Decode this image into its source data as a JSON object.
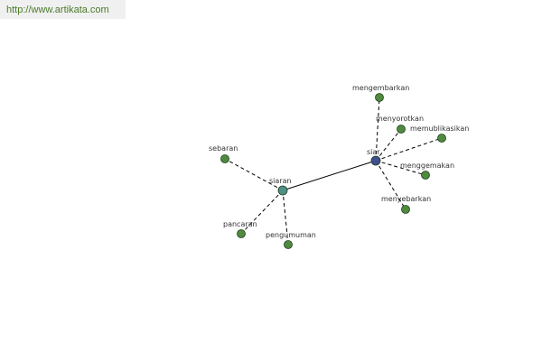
{
  "source_link": {
    "text": "http://www.artikata.com"
  },
  "colors": {
    "leaf_node": "#4f8a3e",
    "hub_primary": "#3f4f8f",
    "hub_secondary": "#4f8f8a",
    "node_outline": "#1f3f1f",
    "link_text": "#4a7a28"
  },
  "graph": {
    "nodes": [
      {
        "id": "siar",
        "label": "siar",
        "role": "hub-primary"
      },
      {
        "id": "siaran",
        "label": "siaran",
        "role": "hub-secondary"
      },
      {
        "id": "mengembarkan",
        "label": "mengembarkan",
        "role": "leaf"
      },
      {
        "id": "menyorotkan",
        "label": "menyorotkan",
        "role": "leaf"
      },
      {
        "id": "memublikasikan",
        "label": "memublikasikan",
        "role": "leaf"
      },
      {
        "id": "menggemakan",
        "label": "menggemakan",
        "role": "leaf"
      },
      {
        "id": "menyebarkan",
        "label": "menyebarkan",
        "role": "leaf"
      },
      {
        "id": "sebaran",
        "label": "sebaran",
        "role": "leaf"
      },
      {
        "id": "pancaran",
        "label": "pancaran",
        "role": "leaf"
      },
      {
        "id": "pengumuman",
        "label": "pengumuman",
        "role": "leaf"
      }
    ],
    "edges": [
      {
        "from": "siar",
        "to": "siaran",
        "style": "solid"
      },
      {
        "from": "siar",
        "to": "mengembarkan",
        "style": "dashed"
      },
      {
        "from": "siar",
        "to": "menyorotkan",
        "style": "dashed"
      },
      {
        "from": "siar",
        "to": "memublikasikan",
        "style": "dashed"
      },
      {
        "from": "siar",
        "to": "menggemakan",
        "style": "dashed"
      },
      {
        "from": "siar",
        "to": "menyebarkan",
        "style": "dashed"
      },
      {
        "from": "siaran",
        "to": "sebaran",
        "style": "dashed"
      },
      {
        "from": "siaran",
        "to": "pancaran",
        "style": "dashed"
      },
      {
        "from": "siaran",
        "to": "pengumuman",
        "style": "dashed"
      }
    ]
  }
}
